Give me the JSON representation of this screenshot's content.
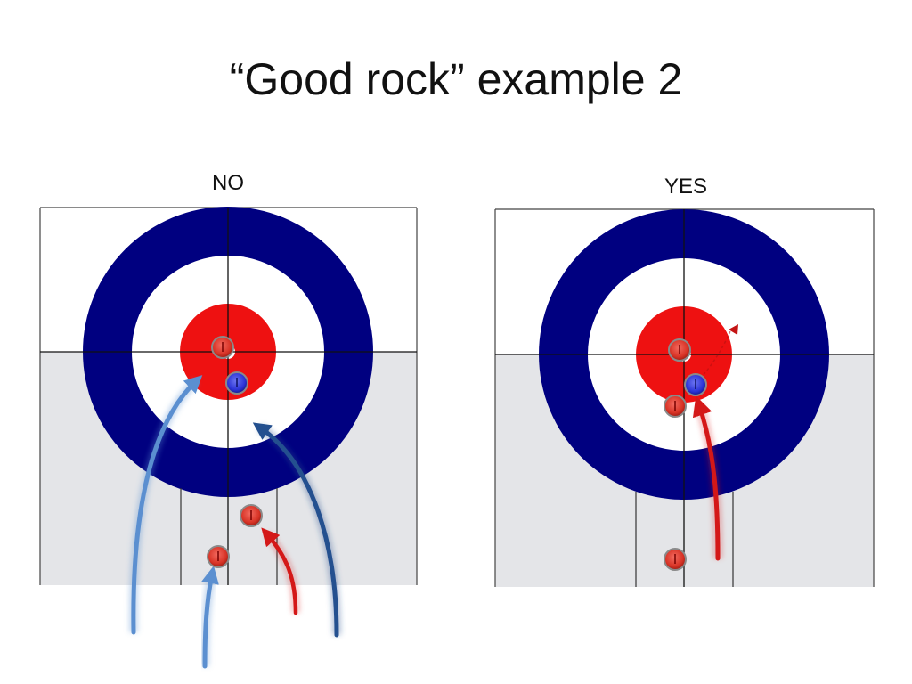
{
  "slide": {
    "title": "“Good rock” example 2"
  },
  "panels": {
    "no": {
      "label": "NO"
    },
    "yes": {
      "label": "YES"
    }
  },
  "colors": {
    "ring_outer": "#000080",
    "ring_inner": "#ffffff",
    "button": "#ee1111",
    "ice_light": "#ffffff",
    "ice_shade": "#e4e5e8",
    "red_stone": "#e23a2e",
    "blue_stone": "#2b33d6",
    "light_blue_arrow": "#5b8fd0",
    "dark_blue_arrow": "#24508f",
    "red_arrow": "#d41818"
  }
}
